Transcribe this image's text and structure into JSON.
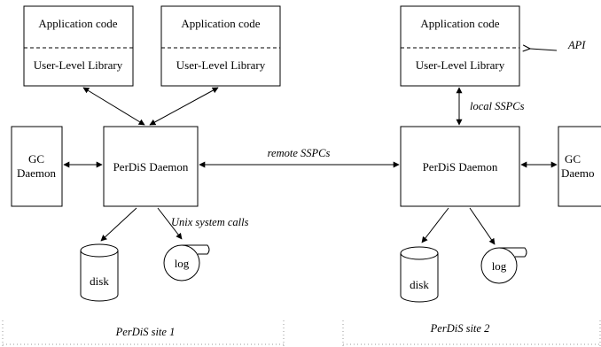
{
  "site1": {
    "app1": {
      "top": "Application code",
      "bottom": "User-Level Library"
    },
    "app2": {
      "top": "Application code",
      "bottom": "User-Level Library"
    },
    "gc": {
      "line1": "GC",
      "line2": "Daemon"
    },
    "daemon": "PerDiS Daemon",
    "syscalls": "Unix system calls",
    "disk": "disk",
    "log": "log",
    "caption": "PerDiS site 1"
  },
  "site2": {
    "app": {
      "top": "Application code",
      "bottom": "User-Level Library"
    },
    "api": "API",
    "local": "local SSPCs",
    "gc": {
      "line1": "GC",
      "line2": "Daemo"
    },
    "daemon": "PerDiS Daemon",
    "disk": "disk",
    "log": "log",
    "caption": "PerDiS site 2"
  },
  "remote": "remote SSPCs"
}
